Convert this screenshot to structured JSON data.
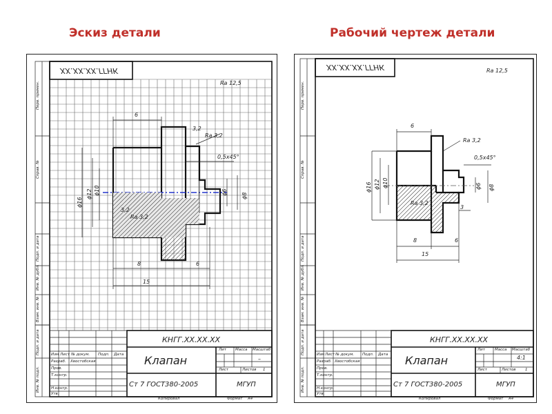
{
  "headings": {
    "sketch": "Эскиз детали",
    "drawing": "Рабочий чертеж детали"
  },
  "stamp": {
    "designation": "КНГГ.ХХ.ХХ.ХХ",
    "designation_flipped_left": "ХХ.ХХ.ХХ.ГГНК",
    "designation_flipped_right": "ХХ.ХХ.ХХ.ГГНК",
    "part_name": "Клапан",
    "material": "Ст 7 ГОСТ380-2005",
    "organization": "МГУП",
    "scale": "4:1",
    "mass_dash": "–",
    "sheet_label": "Лист",
    "sheets_label": "Листов",
    "sheets_count": "1",
    "col_lit": "Лит",
    "col_mass": "Масса",
    "col_scale": "Масштаб",
    "row_izm": "Изм",
    "row_list": "Лист",
    "row_doc": "№ докум.",
    "row_sign": "Подп.",
    "row_date": "Дата",
    "razrab": "Разраб.",
    "student": "Хвостобская",
    "prov": "Пров.",
    "tkontr": "Т.контр.",
    "nkontr": "Н.контр.",
    "utv": "Утв.",
    "copied": "Копировал",
    "format": "Формат",
    "format_value": "А4"
  },
  "side_labels": {
    "perv_primen": "Перв. примен.",
    "sprav": "Справ. №",
    "podp_data": "Подп. и дата",
    "inv_dubl": "Инв. № дубл.",
    "vzam_inv": "Взам. инв. №",
    "podp_data2": "Подп. и дата",
    "inv_podl": "Инв. № подл."
  },
  "roughness": {
    "general": "Ra 12,5",
    "general_sketch": "Ra 12,5",
    "face": "Ra 3,2",
    "bore": "Ra 3,2",
    "face_sketch": "3,2",
    "bore_sketch": "3,2",
    "face_sketch_ra": "Ra 3,2",
    "bore_sketch_ra": "Ra 3,2"
  },
  "dimensions": {
    "d16": "ϕ16",
    "d12": "ϕ12",
    "d10": "ϕ10",
    "d6": "ϕ6",
    "d8": "ϕ8",
    "len6_top": "6",
    "len8": "8",
    "len6": "6",
    "len15": "15",
    "len3": "3",
    "chamfer": "0,5х45°"
  }
}
